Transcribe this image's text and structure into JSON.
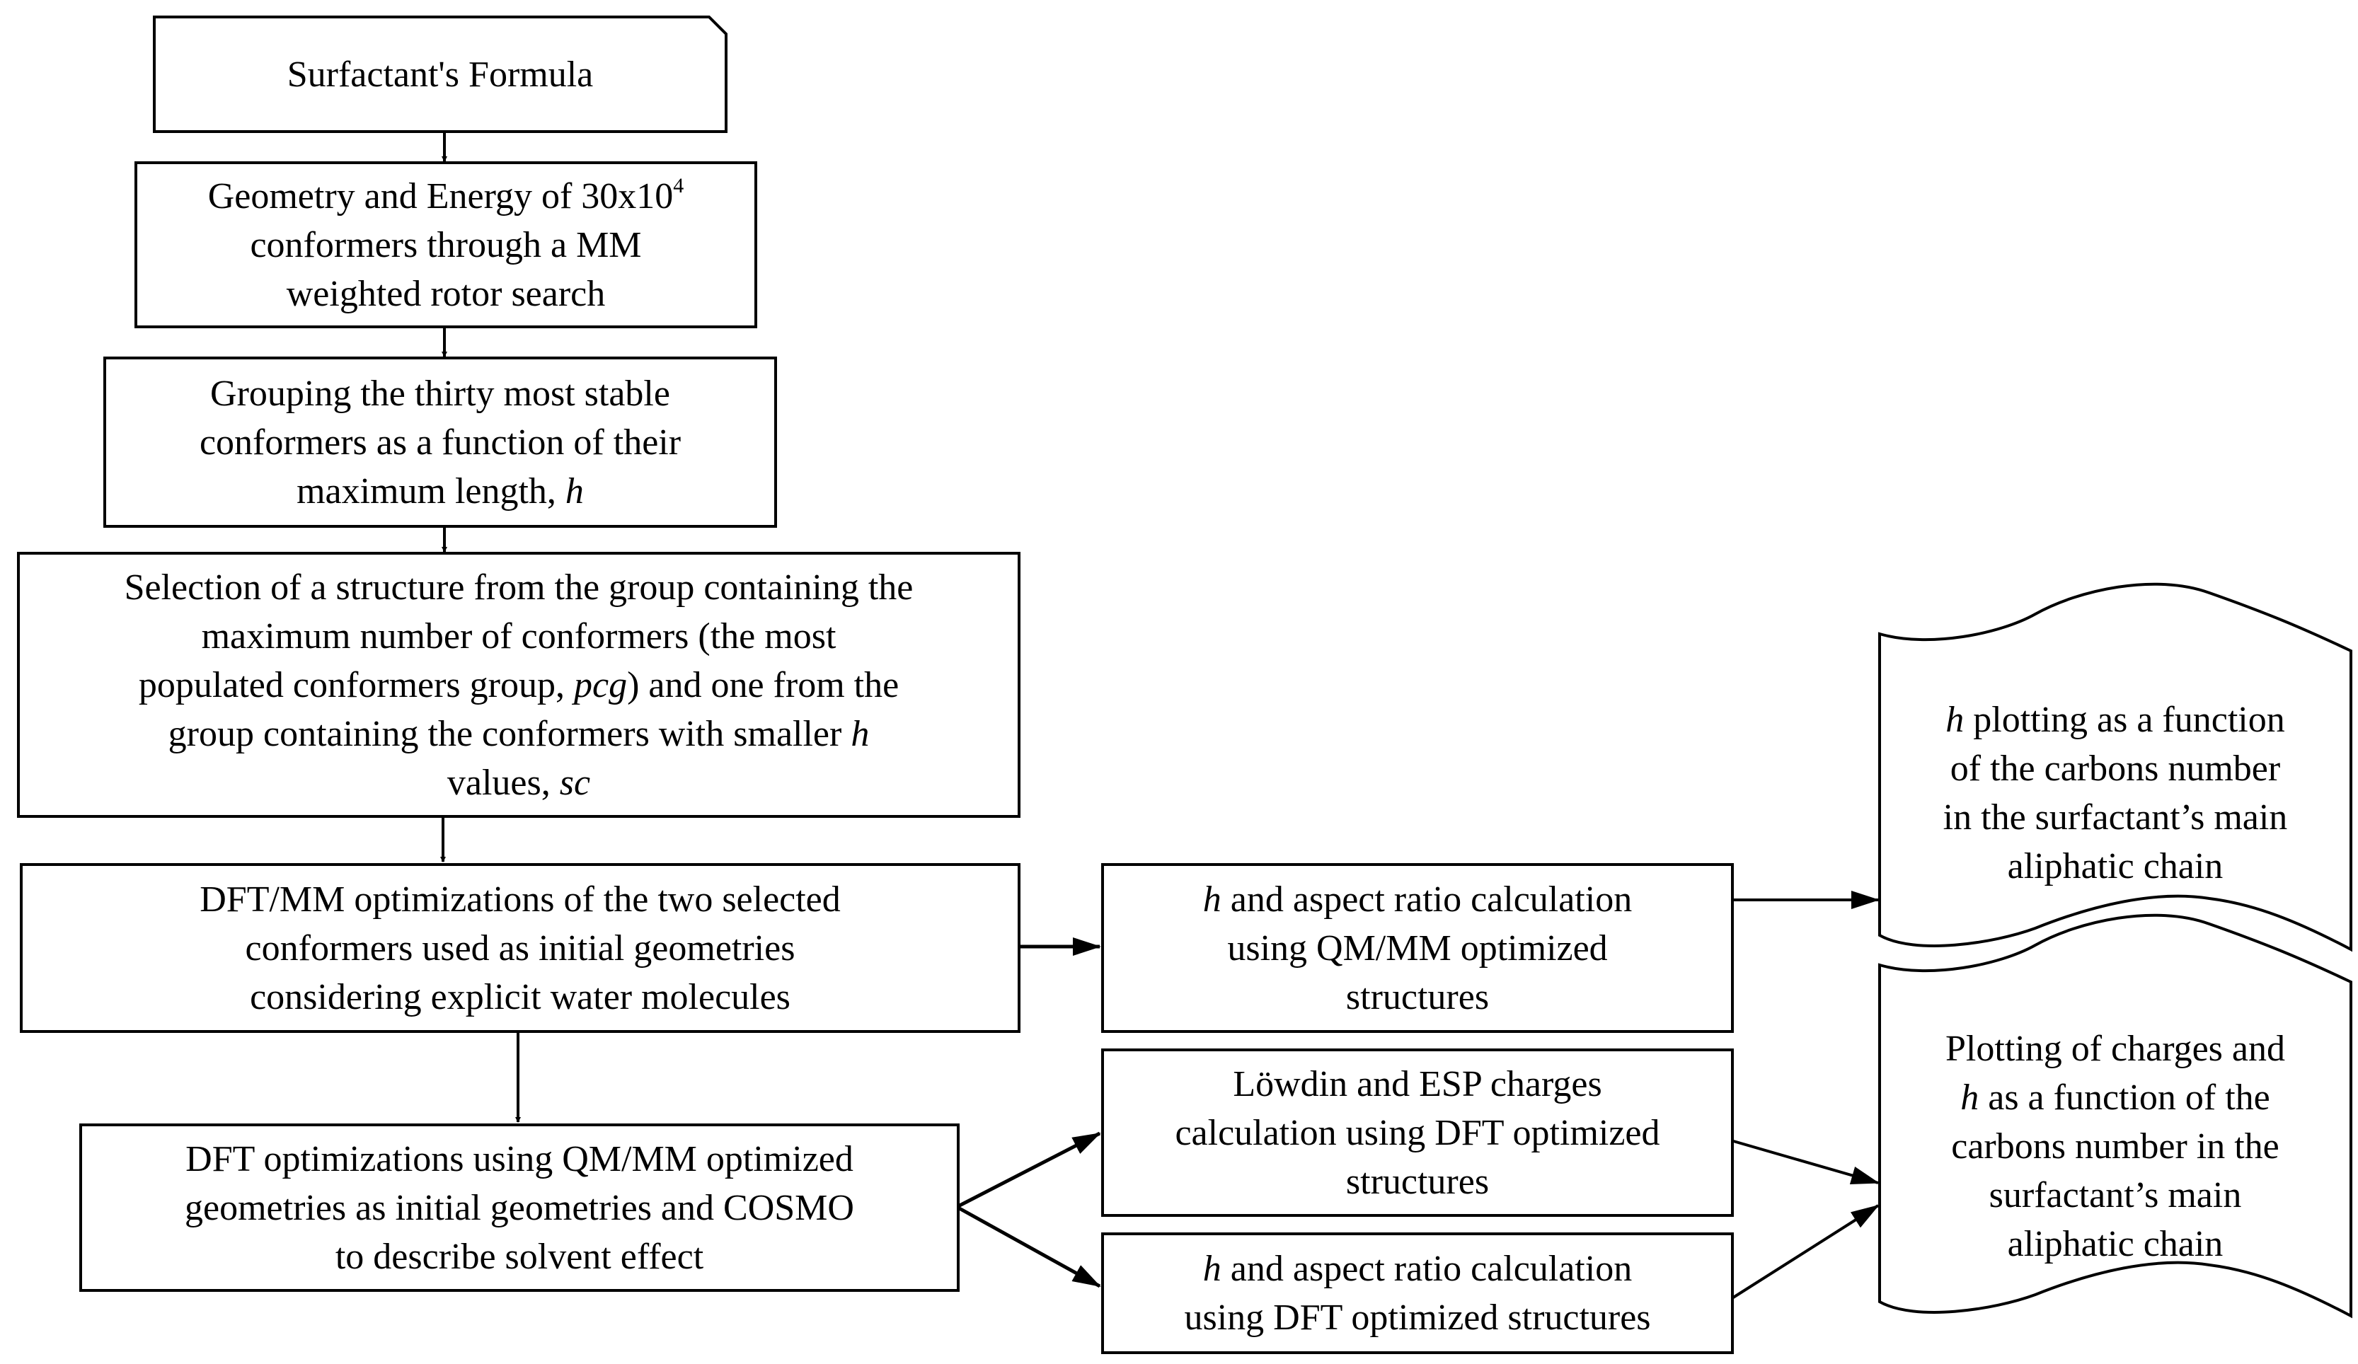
{
  "nodes": {
    "formula": {
      "lines": [
        "Surfactant's Formula"
      ]
    },
    "geometry": {
      "lines": [
        "Geometry and Energy of 30x10",
        "conformers through a MM",
        "weighted rotor search"
      ],
      "sup": "4"
    },
    "grouping": {
      "lines": [
        "Grouping the thirty most stable",
        "conformers as a function of their",
        "maximum length,"
      ],
      "var": "h"
    },
    "selection": {
      "l1": "Selection of a structure from the group containing the",
      "l2": "maximum number of conformers (the most",
      "l3a": "populated conformers group,",
      "l3v": "pcg",
      "l3b": ") and one from the",
      "l4a": "group containing the conformers with smaller",
      "l4v": "h",
      "l5a": "values,",
      "l5v": "sc"
    },
    "dftmm": {
      "lines": [
        "DFT/MM optimizations of the two selected",
        "conformers used as initial geometries",
        "considering explicit water molecules"
      ]
    },
    "dft": {
      "lines": [
        "DFT optimizations using QM/MM optimized",
        "geometries as initial geometries and COSMO",
        "to describe solvent effect"
      ]
    },
    "aspect_qmmm": {
      "var": "h",
      "l1": "and aspect ratio calculation",
      "l2": "using QM/MM optimized",
      "l3": "structures"
    },
    "lowdin": {
      "lines": [
        "Löwdin and ESP charges",
        "calculation using DFT optimized",
        "structures"
      ]
    },
    "aspect_dft": {
      "var": "h",
      "l1": "and aspect ratio calculation",
      "l2": "using DFT optimized structures"
    },
    "plot_h": {
      "var": "h",
      "l1": "plotting as a function",
      "l2": "of the carbons number",
      "l3": "in the surfactant’s main",
      "l4": "aliphatic chain"
    },
    "plot_charges": {
      "l1": "Plotting of charges and",
      "var": "h",
      "l2": "as a function of the",
      "l3": "carbons number in the",
      "l4": "surfactant’s main",
      "l5": "aliphatic chain"
    }
  },
  "edges": [
    {
      "from": "formula",
      "to": "geometry"
    },
    {
      "from": "geometry",
      "to": "grouping"
    },
    {
      "from": "grouping",
      "to": "selection"
    },
    {
      "from": "selection",
      "to": "dftmm"
    },
    {
      "from": "dftmm",
      "to": "dft"
    },
    {
      "from": "dftmm",
      "to": "aspect_qmmm"
    },
    {
      "from": "aspect_qmmm",
      "to": "plot_h"
    },
    {
      "from": "dft",
      "to": "lowdin"
    },
    {
      "from": "dft",
      "to": "aspect_dft"
    },
    {
      "from": "lowdin",
      "to": "plot_charges"
    },
    {
      "from": "aspect_dft",
      "to": "plot_charges"
    }
  ],
  "colors": {
    "stroke": "#000000",
    "fill": "#ffffff"
  }
}
